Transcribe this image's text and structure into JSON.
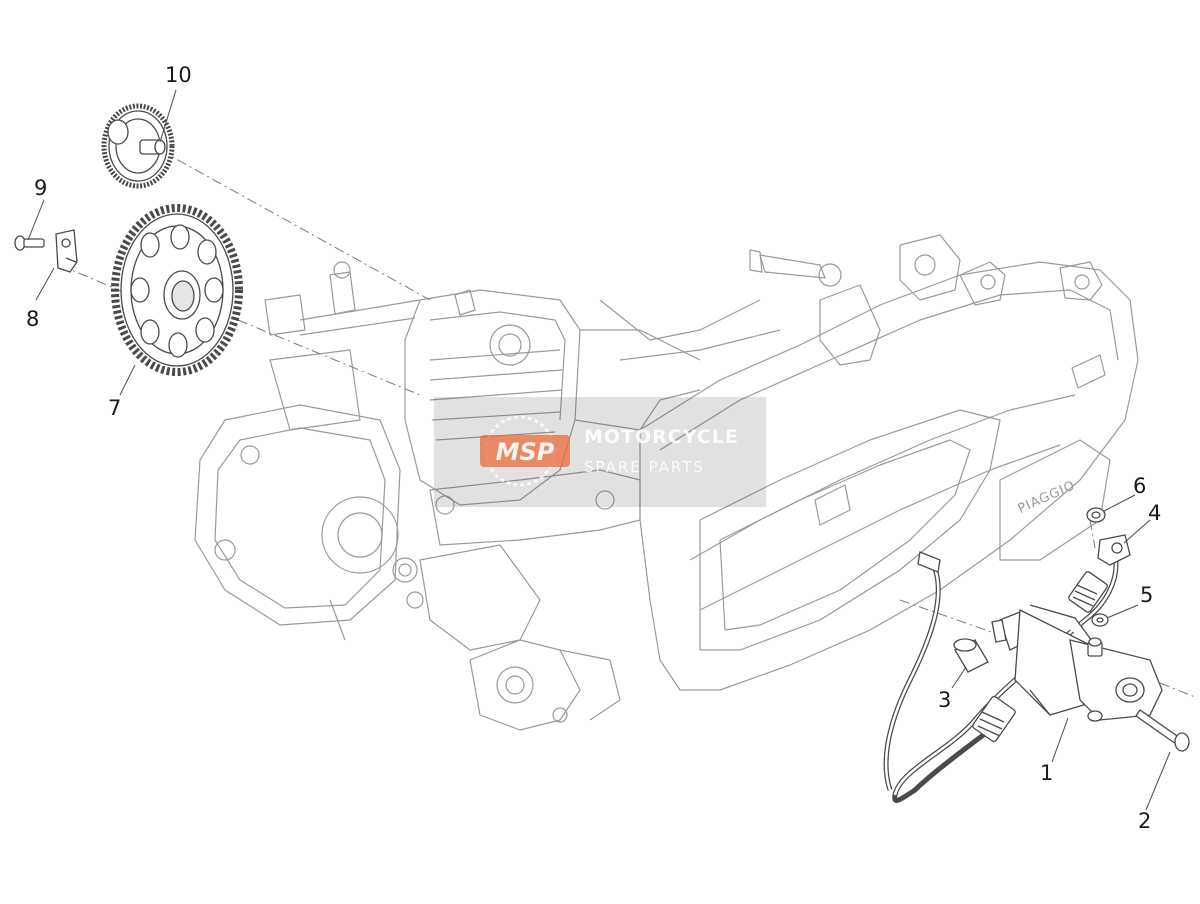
{
  "callouts": {
    "c1": "1",
    "c2": "2",
    "c3": "3",
    "c4": "4",
    "c5": "5",
    "c6": "6",
    "c7": "7",
    "c8": "8",
    "c9": "9",
    "c10": "10"
  },
  "engine_brand": "PIAGGIO",
  "watermark": {
    "logo_text": "MSP",
    "title": "MOTORCYCLE",
    "subtitle": "SPARE PARTS"
  },
  "colors": {
    "line": "#5a5a5a",
    "light_line": "#9a9a9a",
    "accent": "#e96b3a"
  }
}
